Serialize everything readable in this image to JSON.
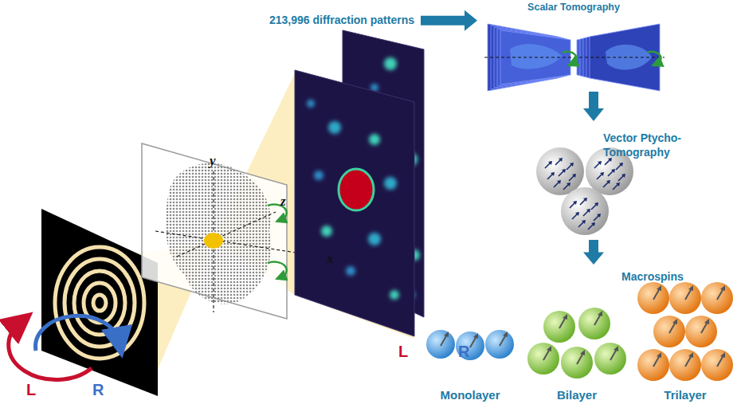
{
  "diagram": {
    "nodes": [
      {
        "text": [
          "213,996 diffraction patterns"
        ]
      },
      {
        "text": [
          "Scalar Tomography"
        ]
      },
      {
        "text": [
          "Vector Ptycho-Tomography"
        ]
      },
      {
        "text": [
          "Macrospins"
        ]
      }
    ],
    "edges": [
      {
        "from": 0,
        "to": 1,
        "arrow": "to"
      },
      {
        "from": 1,
        "to": 2,
        "arrow": "to"
      },
      {
        "from": 2,
        "to": 3,
        "arrow": "to"
      }
    ],
    "labels": [
      "L",
      "R",
      "y",
      "z",
      "x",
      "L",
      "R",
      "Monolayer",
      "Bilayer",
      "Trilayer"
    ]
  }
}
